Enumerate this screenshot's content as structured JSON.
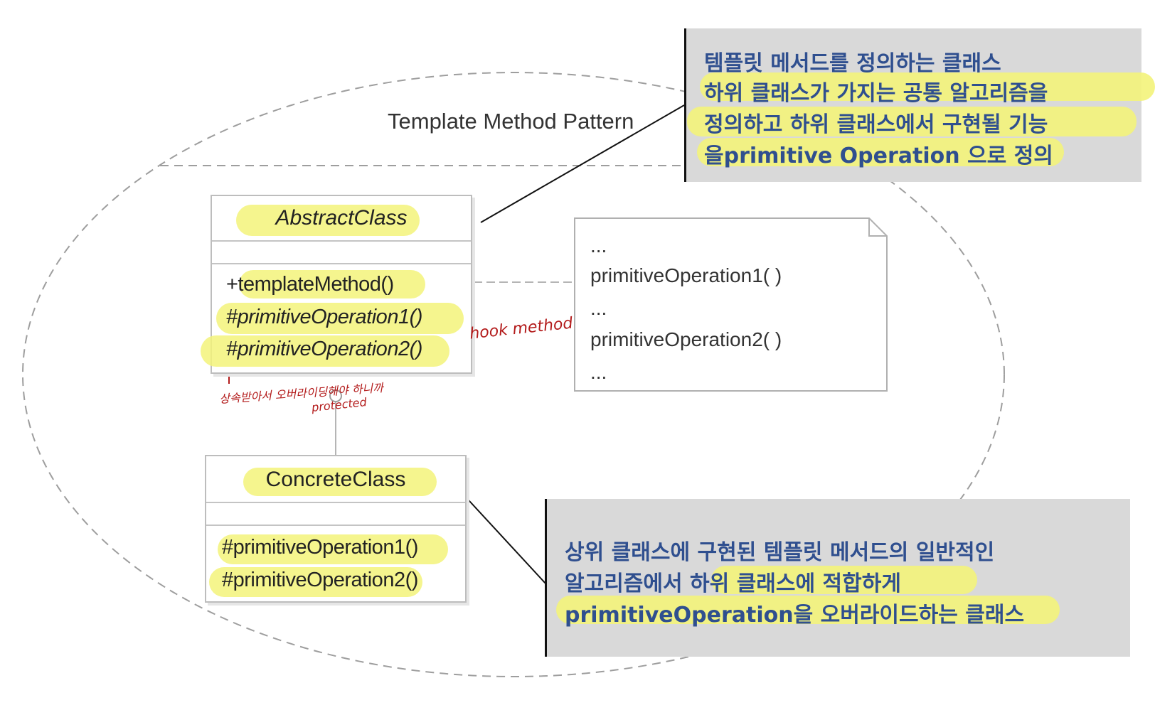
{
  "diagram": {
    "title": "Template Method Pattern",
    "abstract_class": {
      "name": "AbstractClass",
      "operations": [
        "+templateMethod()",
        "#primitiveOperation1()",
        "#primitiveOperation2()"
      ]
    },
    "concrete_class": {
      "name": "ConcreteClass",
      "operations": [
        "#primitiveOperation1()",
        "#primitiveOperation2()"
      ]
    },
    "note": {
      "lines": [
        "...",
        "primitiveOperation1( )",
        "...",
        "primitiveOperation2( )",
        "..."
      ]
    }
  },
  "callouts": {
    "top": {
      "lines": [
        "템플릿 메서드를 정의하는 클래스",
        "하위 클래스가 가지는 공통 알고리즘을",
        "정의하고 하위 클래스에서 구현될 기능",
        "을primitive Operation 으로 정의"
      ]
    },
    "bottom": {
      "lines": [
        "상위 클래스에 구현된 템플릿 메서드의 일반적인",
        "알고리즘에서 하위 클래스에 적합하게",
        "primitiveOperation을 오버라이드하는 클래스"
      ]
    }
  },
  "handwritten": {
    "hook": "hook method",
    "subclass_note": "상속받아서 오버라이딩해야 하니까",
    "protected": "protected"
  },
  "colors": {
    "highlight": "#f3f37a",
    "callout_bg": "#d9d9d9",
    "callout_text": "#2f4f8f",
    "handwriting": "#b31b1b",
    "border": "#bdbdbd"
  }
}
